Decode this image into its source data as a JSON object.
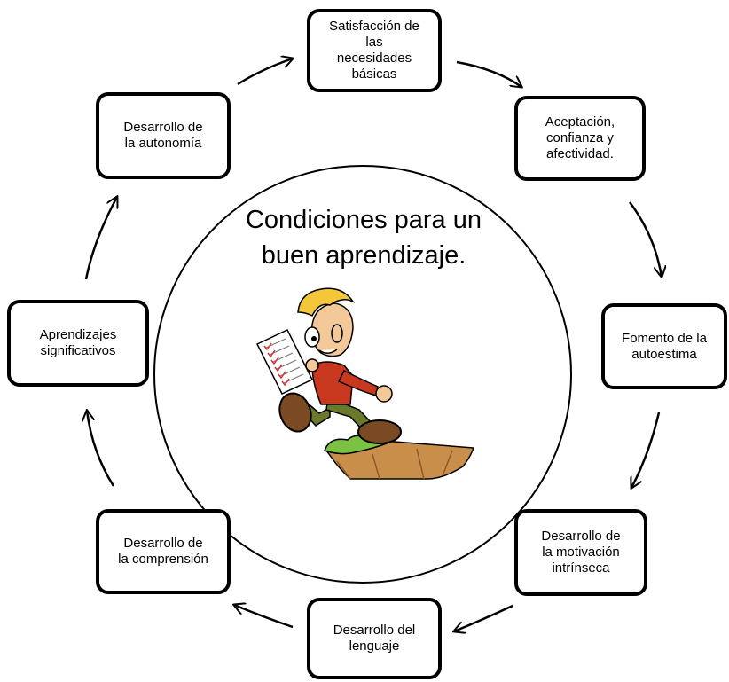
{
  "title": "Condiciones para un\nbuen aprendizaje.",
  "nodes": [
    {
      "id": "satisfaccion",
      "label": "Satisfacción de\nlas\nnecesidades\nbásicas"
    },
    {
      "id": "aceptacion",
      "label": "Aceptación,\nconfianza  y\nafectividad."
    },
    {
      "id": "autoestima",
      "label": "Fomento de la\nautoestima"
    },
    {
      "id": "motivacion",
      "label": "Desarrollo de\nla motivación\nintrínseca"
    },
    {
      "id": "lenguaje",
      "label": "Desarrollo del\nlenguaje"
    },
    {
      "id": "comprension",
      "label": "Desarrollo de\nla comprensión"
    },
    {
      "id": "aprendizajes",
      "label": "Aprendizajes\nsignificativos"
    },
    {
      "id": "autonomia",
      "label": "Desarrollo de\nla autonomía"
    }
  ],
  "illustration": {
    "icon": "student-walking-with-checklist-illustration"
  }
}
